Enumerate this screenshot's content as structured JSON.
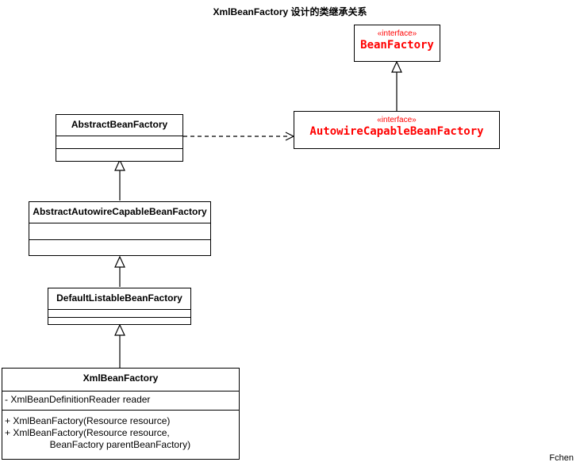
{
  "diagram": {
    "title": "XmlBeanFactory 设计的类继承关系",
    "credit": "Fchen",
    "colors": {
      "interface_text": "#ff0000",
      "class_text": "#000000",
      "line": "#000000",
      "background": "#ffffff"
    },
    "nodes": [
      {
        "id": "bean-factory",
        "kind": "interface",
        "stereotype": "«interface»",
        "name": "BeanFactory",
        "attributes": [],
        "operations": []
      },
      {
        "id": "autowire-capable-bean-factory",
        "kind": "interface",
        "stereotype": "«interface»",
        "name": "AutowireCapableBeanFactory",
        "attributes": [],
        "operations": []
      },
      {
        "id": "abstract-bean-factory",
        "kind": "class",
        "name": "AbstractBeanFactory",
        "attributes": [],
        "operations": []
      },
      {
        "id": "abstract-autowire-capable-bean-factory",
        "kind": "class",
        "name": "AbstractAutowireCapableBeanFactory",
        "attributes": [],
        "operations": []
      },
      {
        "id": "default-listable-bean-factory",
        "kind": "class",
        "name": "DefaultListableBeanFactory",
        "attributes": [],
        "operations": []
      },
      {
        "id": "xml-bean-factory",
        "kind": "class",
        "name": "XmlBeanFactory",
        "attributes": [
          "- XmlBeanDefinitionReader reader"
        ],
        "operations": [
          "+ XmlBeanFactory(Resource resource)",
          "+ XmlBeanFactory(Resource resource,",
          "                 BeanFactory parentBeanFactory)"
        ]
      }
    ],
    "edges": [
      {
        "id": "edge-acbf-to-bf",
        "from": "autowire-capable-bean-factory",
        "to": "bean-factory",
        "type": "generalization"
      },
      {
        "id": "edge-abf-to-acbf",
        "from": "abstract-bean-factory",
        "to": "autowire-capable-bean-factory",
        "type": "realization"
      },
      {
        "id": "edge-aacbf-to-abf",
        "from": "abstract-autowire-capable-bean-factory",
        "to": "abstract-bean-factory",
        "type": "generalization"
      },
      {
        "id": "edge-dlbf-to-aacbf",
        "from": "default-listable-bean-factory",
        "to": "abstract-autowire-capable-bean-factory",
        "type": "generalization"
      },
      {
        "id": "edge-xbf-to-dlbf",
        "from": "xml-bean-factory",
        "to": "default-listable-bean-factory",
        "type": "generalization"
      }
    ]
  }
}
